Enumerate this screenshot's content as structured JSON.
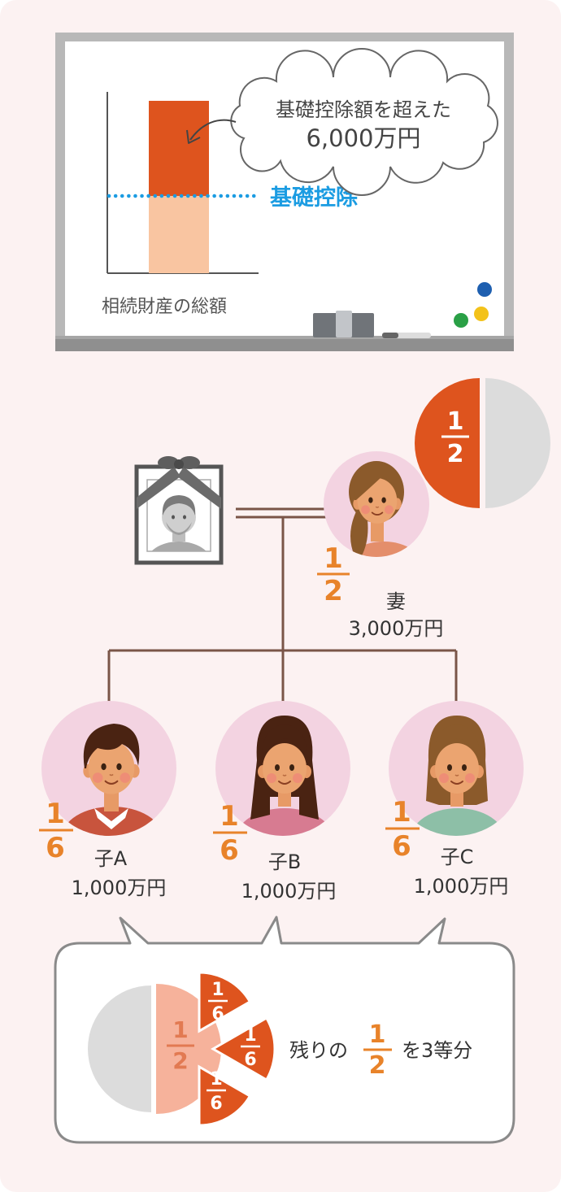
{
  "colors": {
    "background": "#fcf2f2",
    "bar_excess": "#de541e",
    "bar_base": "#f9c5a1",
    "baseline_blue": "#1b9ce2",
    "fraction_orange": "#e8832a",
    "avatar_circle": "#f3d3e1",
    "family_line": "#7a5548",
    "pie_grey": "#dcdcdc",
    "pie_pink": "#f6b29b"
  },
  "whiteboard": {
    "cloud_line1": "基礎控除額を超えた",
    "cloud_line2": "6,000万円",
    "baseline_label": "基礎控除",
    "axis_label": "相続財産の総額"
  },
  "spouse_share_pie": {
    "numerator": "1",
    "denominator": "2"
  },
  "spouse": {
    "numerator": "1",
    "denominator": "2",
    "label": "妻",
    "amount": "3,000万円"
  },
  "children": [
    {
      "numerator": "1",
      "denominator": "6",
      "label": "子A",
      "amount": "1,000万円"
    },
    {
      "numerator": "1",
      "denominator": "6",
      "label": "子B",
      "amount": "1,000万円"
    },
    {
      "numerator": "1",
      "denominator": "6",
      "label": "子C",
      "amount": "1,000万円"
    }
  ],
  "split": {
    "center_numerator": "1",
    "center_denominator": "2",
    "wedges": [
      {
        "numerator": "1",
        "denominator": "6"
      },
      {
        "numerator": "1",
        "denominator": "6"
      },
      {
        "numerator": "1",
        "denominator": "6"
      }
    ],
    "text_before": "残りの",
    "fraction_numerator": "1",
    "fraction_denominator": "2",
    "text_after": "を3等分"
  }
}
